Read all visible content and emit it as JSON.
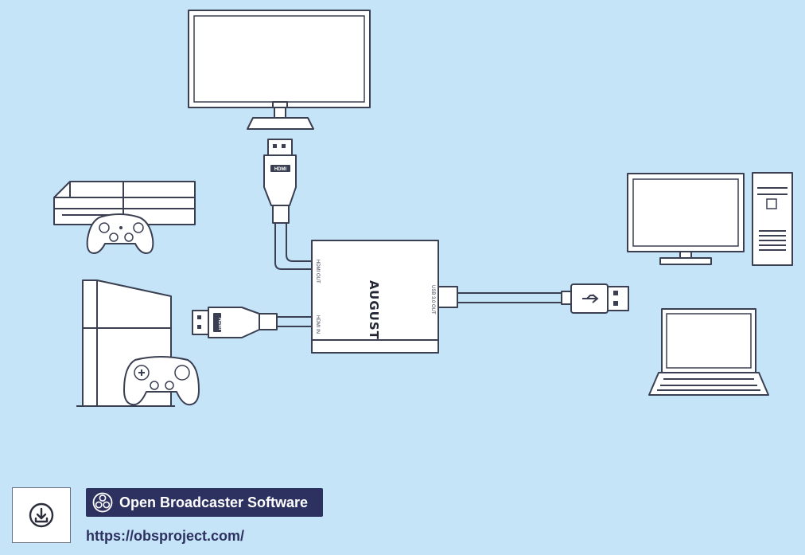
{
  "device": {
    "brand": "AUGUST",
    "port_hdmi_out": "HDMI OUT",
    "port_hdmi_in": "HDMI IN",
    "port_usb_out": "USB 3.0 OUT"
  },
  "plugs": {
    "hdmi_label": "HDMI"
  },
  "footer": {
    "title": "Open Broadcaster Software",
    "url": "https://obsproject.com/"
  },
  "colors": {
    "background": "#c5e4f8",
    "banner": "#2d3160",
    "outline": "#3a3f52"
  },
  "icons": {
    "download": "download-icon",
    "obs_logo": "obs-logo-icon"
  }
}
